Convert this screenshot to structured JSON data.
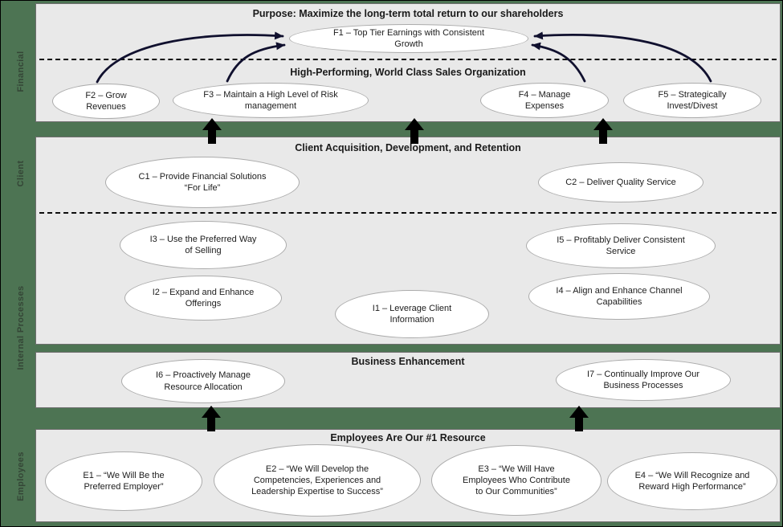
{
  "colors": {
    "background_green": "#4d7453",
    "band_gray": "#e9e9e9",
    "node_fill": "#ffffff",
    "node_border": "#ababab",
    "causal_arrow_navy": "#10102e",
    "block_arrow_black": "#000000"
  },
  "perspectives": {
    "financial": "Financial",
    "client": "Client",
    "internal": "Internal Processes",
    "employees": "Employees"
  },
  "bands": {
    "financial": {
      "purpose_title": "Purpose: Maximize the long-term total return to our shareholders",
      "sales_title": "High-Performing, World Class Sales Organization"
    },
    "client": {
      "title": "Client Acquisition, Development, and Retention"
    },
    "business": {
      "title": "Business Enhancement"
    },
    "employees": {
      "title": "Employees Are Our #1 Resource"
    }
  },
  "nodes": {
    "F1": "F1 – Top Tier Earnings with Consistent\nGrowth",
    "F2": "F2 – Grow\nRevenues",
    "F3": "F3 – Maintain a High Level of Risk\nmanagement",
    "F4": "F4 – Manage\nExpenses",
    "F5": "F5 – Strategically\nInvest/Divest",
    "C1": "C1 – Provide Financial Solutions\n“For Life”",
    "C2": "C2 – Deliver Quality Service",
    "I3": "I3 – Use the Preferred Way\nof Selling",
    "I5": "I5 – Profitably Deliver Consistent\nService",
    "I2": "I2 – Expand and Enhance\nOfferings",
    "I4": "I4 – Align and Enhance Channel\nCapabilities",
    "I1": "I1 – Leverage Client\nInformation",
    "I6": "I6 – Proactively Manage\nResource Allocation",
    "I7": "I7 – Continually Improve Our\nBusiness Processes",
    "E1": "E1 – “We Will Be the\nPreferred Employer”",
    "E2": "E2 – “We Will Develop the\nCompetencies, Experiences and\nLeadership Expertise to Success”",
    "E3": "E3 – “We Will Have\nEmployees Who Contribute\nto Our Communities”",
    "E4": "E4 – “We Will Recognize and\nReward High Performance”"
  }
}
